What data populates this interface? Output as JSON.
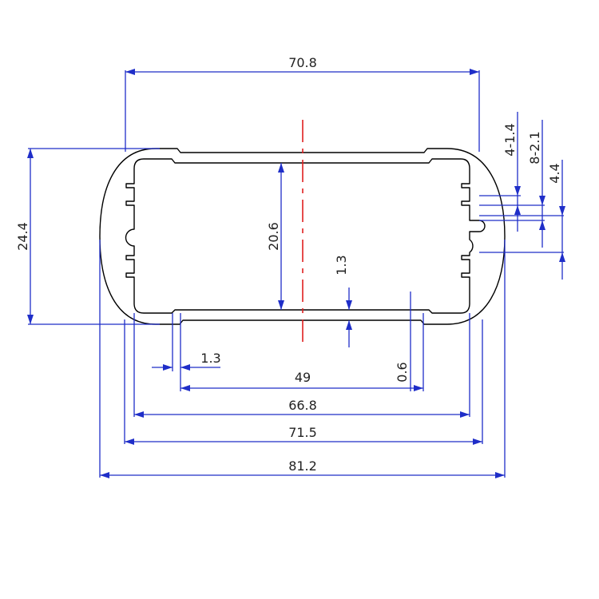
{
  "drawing": {
    "dimensions": {
      "top_inner_width": "70.8",
      "total_height": "24.4",
      "inner_height": "20.6",
      "wall_thickness": "1.3",
      "rib_thickness": "1.3",
      "slot_gap": "49",
      "slot_depth": "0.6",
      "inner_width": "66.8",
      "body_width": "71.5",
      "overall_width": "81.2",
      "slot_spec_a": "4-1.4",
      "slot_spec_b": "8-2.1",
      "slot_spacing": "4.4"
    },
    "colors": {
      "dimension": "#1f2ec8",
      "outline": "#000000",
      "centerline": "#e02020"
    }
  }
}
